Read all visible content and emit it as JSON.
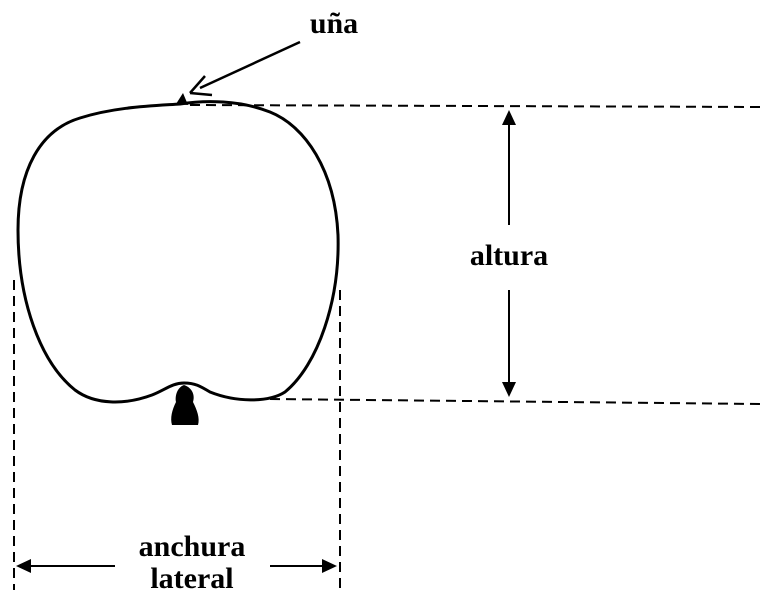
{
  "labels": {
    "nail": "uña",
    "height": "altura",
    "width_line1": "anchura",
    "width_line2": "lateral"
  },
  "colors": {
    "ink": "#000000",
    "background": "#ffffff"
  }
}
